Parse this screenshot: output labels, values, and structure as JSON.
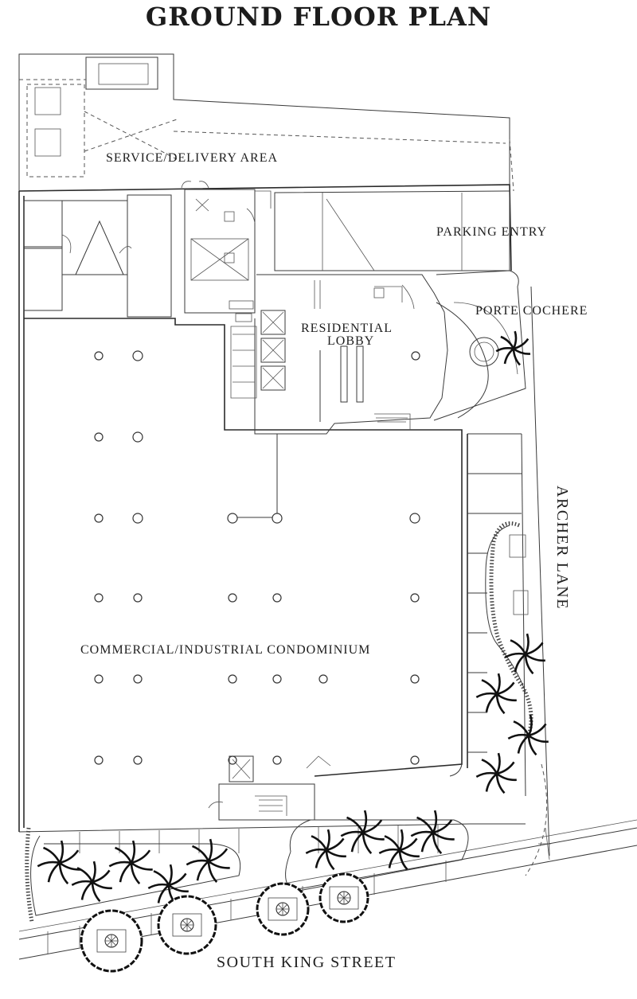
{
  "title": "GROUND FLOOR PLAN",
  "labels": {
    "service_delivery_area": "SERVICE/DELIVERY AREA",
    "parking_entry": "PARKING ENTRY",
    "porte_cochere": "PORTE COCHERE",
    "residential_lobby_line1": "RESIDENTIAL",
    "residential_lobby_line2": "LOBBY",
    "commercial_condominium": "COMMERCIAL/INDUSTRIAL CONDOMINIUM",
    "archer_lane": "ARCHER LANE",
    "south_king_street": "SOUTH KING STREET"
  }
}
